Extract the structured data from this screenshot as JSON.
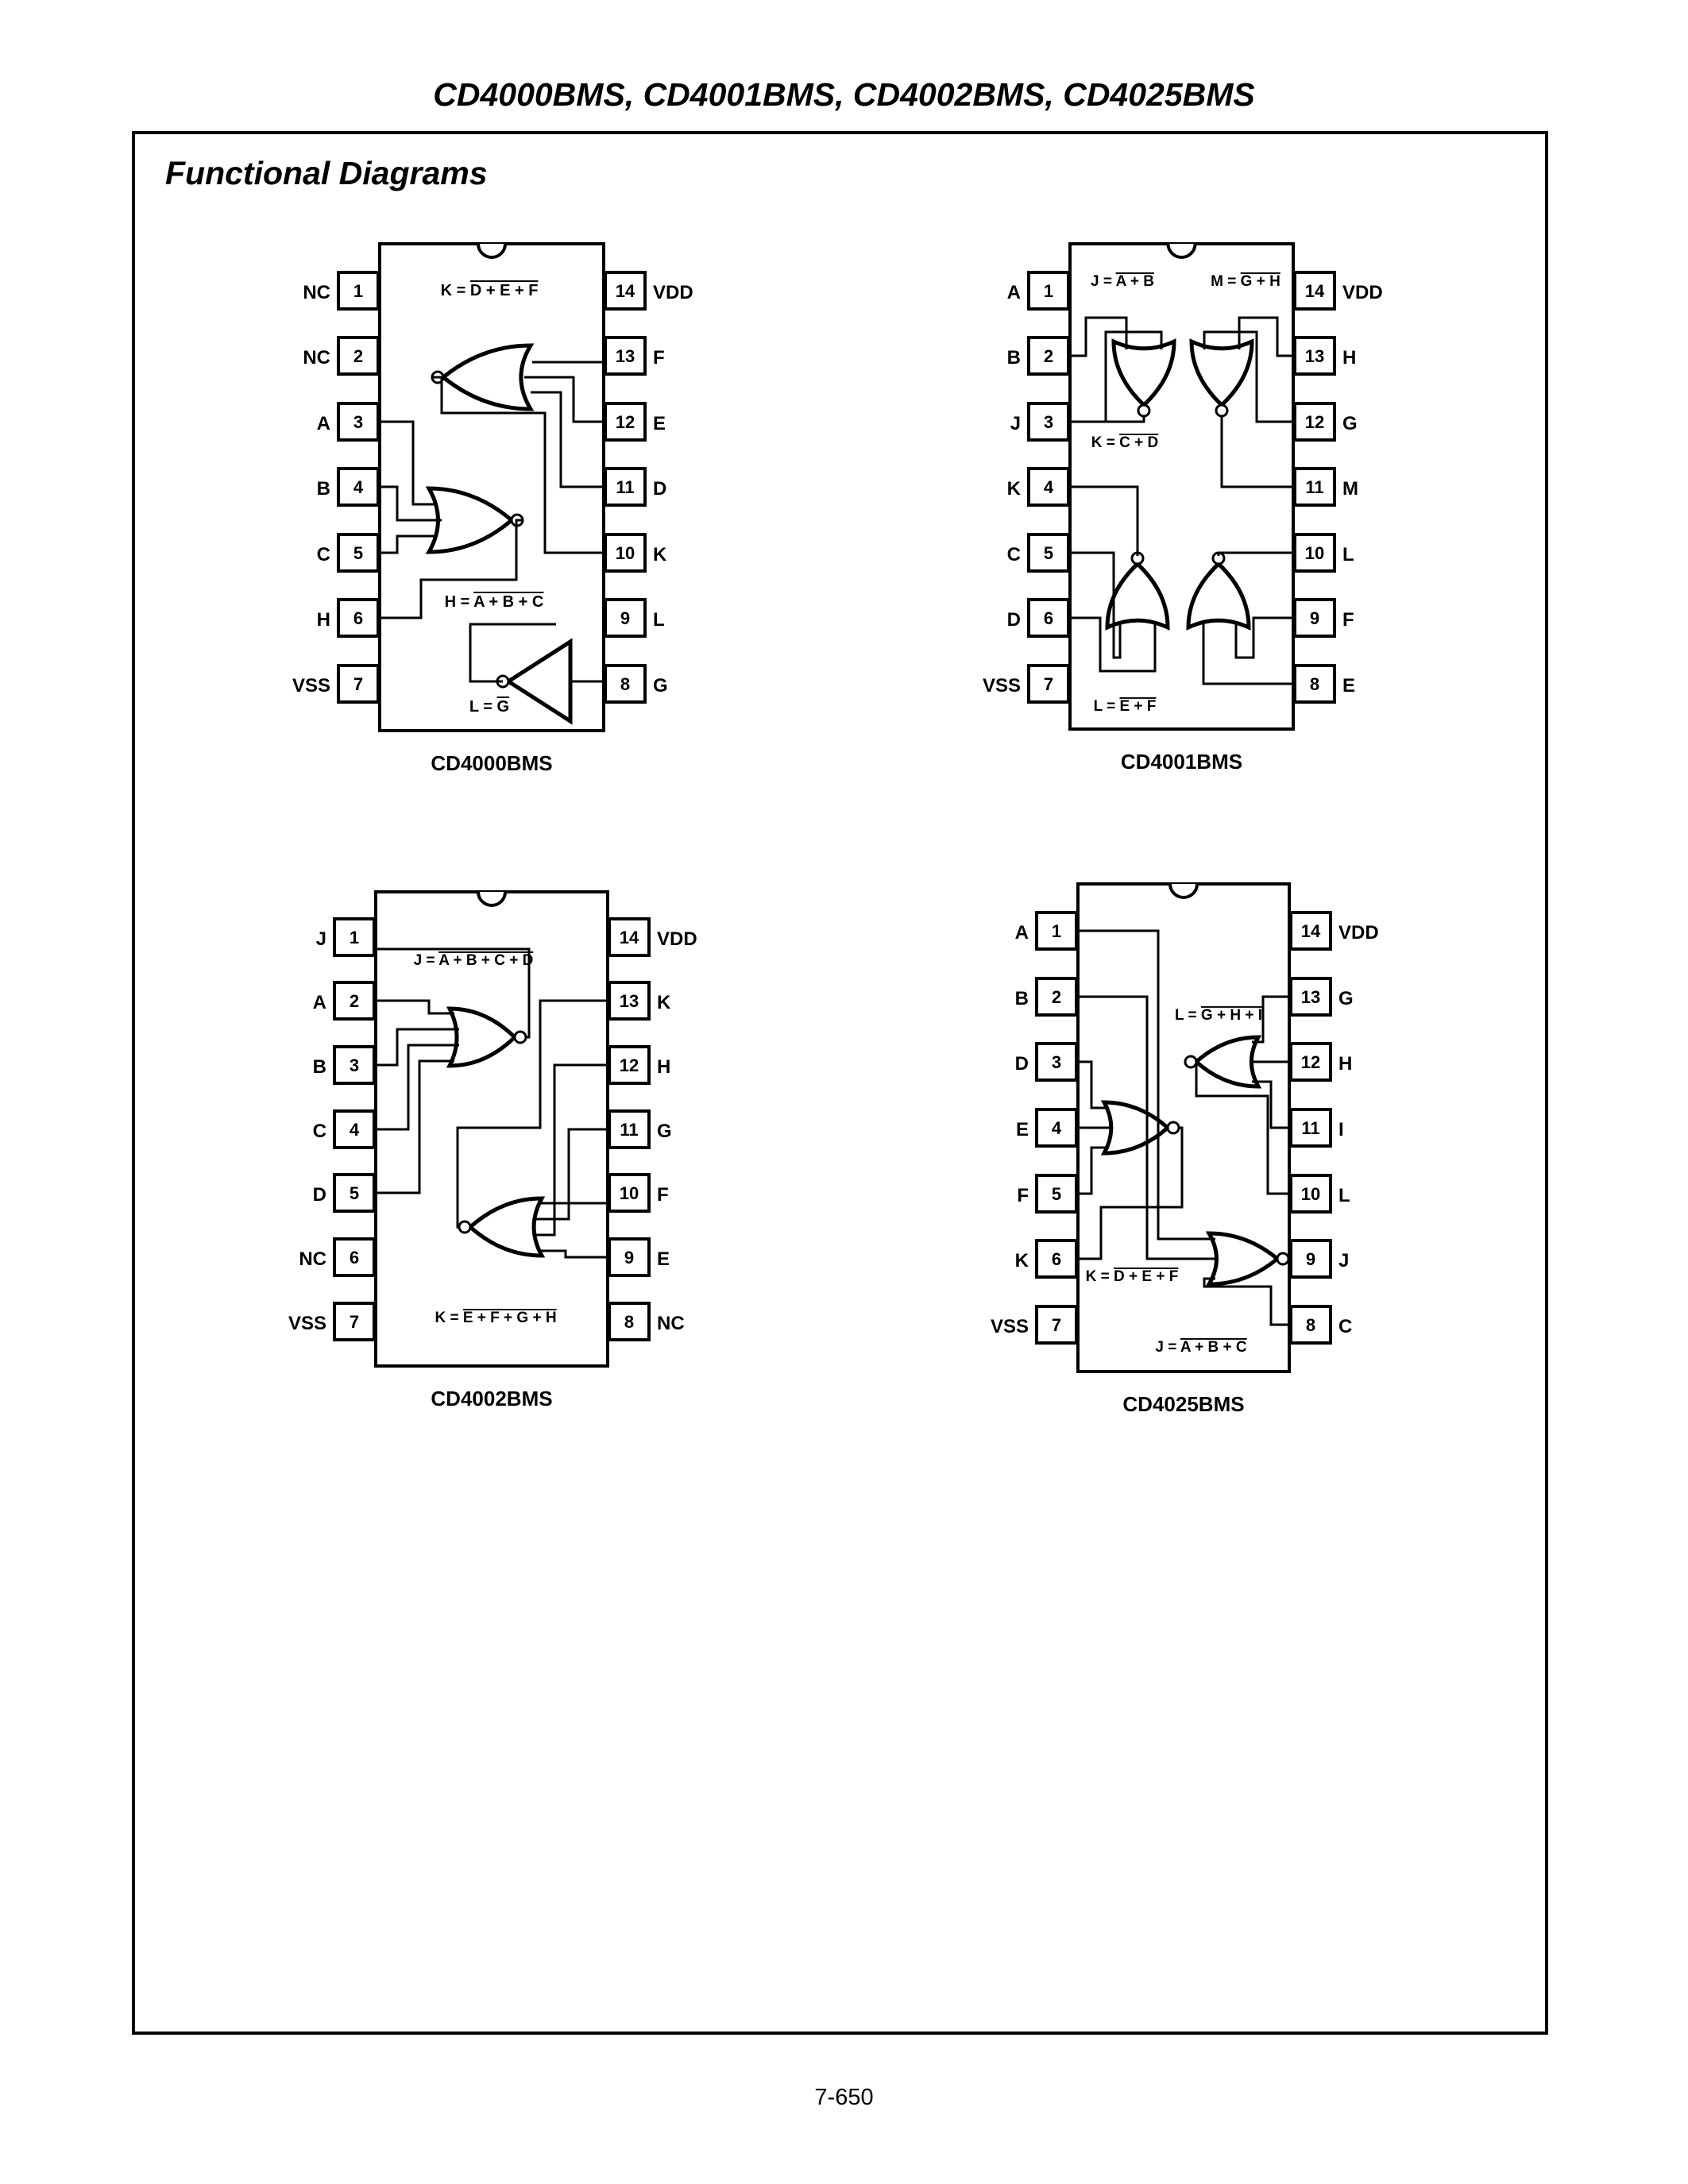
{
  "header": {
    "title": "CD4000BMS, CD4001BMS, CD4002BMS, CD4025BMS"
  },
  "section": {
    "title": "Functional Diagrams"
  },
  "footer": {
    "page_number": "7-650"
  },
  "chips": [
    {
      "name": "CD4000BMS",
      "left_pins": [
        {
          "num": "1",
          "label": "NC"
        },
        {
          "num": "2",
          "label": "NC"
        },
        {
          "num": "3",
          "label": "A"
        },
        {
          "num": "4",
          "label": "B"
        },
        {
          "num": "5",
          "label": "C"
        },
        {
          "num": "6",
          "label": "H"
        },
        {
          "num": "7",
          "label": "VSS"
        }
      ],
      "right_pins": [
        {
          "num": "14",
          "label": "VDD"
        },
        {
          "num": "13",
          "label": "F"
        },
        {
          "num": "12",
          "label": "E"
        },
        {
          "num": "11",
          "label": "D"
        },
        {
          "num": "10",
          "label": "K"
        },
        {
          "num": "9",
          "label": "L"
        },
        {
          "num": "8",
          "label": "G"
        }
      ],
      "equations": [
        {
          "lhs": "K = ",
          "rhs": "D + E + F"
        },
        {
          "lhs": "H = ",
          "rhs": "A + B + C"
        },
        {
          "lhs": "L = ",
          "rhs": "G"
        }
      ]
    },
    {
      "name": "CD4001BMS",
      "left_pins": [
        {
          "num": "1",
          "label": "A"
        },
        {
          "num": "2",
          "label": "B"
        },
        {
          "num": "3",
          "label": "J"
        },
        {
          "num": "4",
          "label": "K"
        },
        {
          "num": "5",
          "label": "C"
        },
        {
          "num": "6",
          "label": "D"
        },
        {
          "num": "7",
          "label": "VSS"
        }
      ],
      "right_pins": [
        {
          "num": "14",
          "label": "VDD"
        },
        {
          "num": "13",
          "label": "H"
        },
        {
          "num": "12",
          "label": "G"
        },
        {
          "num": "11",
          "label": "M"
        },
        {
          "num": "10",
          "label": "L"
        },
        {
          "num": "9",
          "label": "F"
        },
        {
          "num": "8",
          "label": "E"
        }
      ],
      "equations": [
        {
          "lhs": "J = ",
          "rhs": "A + B"
        },
        {
          "lhs": "M = ",
          "rhs": "G + H"
        },
        {
          "lhs": "K = ",
          "rhs": "C + D"
        },
        {
          "lhs": "L = ",
          "rhs": "E + F"
        }
      ]
    },
    {
      "name": "CD4002BMS",
      "left_pins": [
        {
          "num": "1",
          "label": "J"
        },
        {
          "num": "2",
          "label": "A"
        },
        {
          "num": "3",
          "label": "B"
        },
        {
          "num": "4",
          "label": "C"
        },
        {
          "num": "5",
          "label": "D"
        },
        {
          "num": "6",
          "label": "NC"
        },
        {
          "num": "7",
          "label": "VSS"
        }
      ],
      "right_pins": [
        {
          "num": "14",
          "label": "VDD"
        },
        {
          "num": "13",
          "label": "K"
        },
        {
          "num": "12",
          "label": "H"
        },
        {
          "num": "11",
          "label": "G"
        },
        {
          "num": "10",
          "label": "F"
        },
        {
          "num": "9",
          "label": "E"
        },
        {
          "num": "8",
          "label": "NC"
        }
      ],
      "equations": [
        {
          "lhs": "J = ",
          "rhs": "A + B + C + D"
        },
        {
          "lhs": "K = ",
          "rhs": "E + F + G + H"
        }
      ]
    },
    {
      "name": "CD4025BMS",
      "left_pins": [
        {
          "num": "1",
          "label": "A"
        },
        {
          "num": "2",
          "label": "B"
        },
        {
          "num": "3",
          "label": "D"
        },
        {
          "num": "4",
          "label": "E"
        },
        {
          "num": "5",
          "label": "F"
        },
        {
          "num": "6",
          "label": "K"
        },
        {
          "num": "7",
          "label": "VSS"
        }
      ],
      "right_pins": [
        {
          "num": "14",
          "label": "VDD"
        },
        {
          "num": "13",
          "label": "G"
        },
        {
          "num": "12",
          "label": "H"
        },
        {
          "num": "11",
          "label": "I"
        },
        {
          "num": "10",
          "label": "L"
        },
        {
          "num": "9",
          "label": "J"
        },
        {
          "num": "8",
          "label": "C"
        }
      ],
      "equations": [
        {
          "lhs": "L = ",
          "rhs": "G + H + I"
        },
        {
          "lhs": "K = ",
          "rhs": "D + E + F"
        },
        {
          "lhs": "J = ",
          "rhs": "A + B + C"
        }
      ]
    }
  ]
}
